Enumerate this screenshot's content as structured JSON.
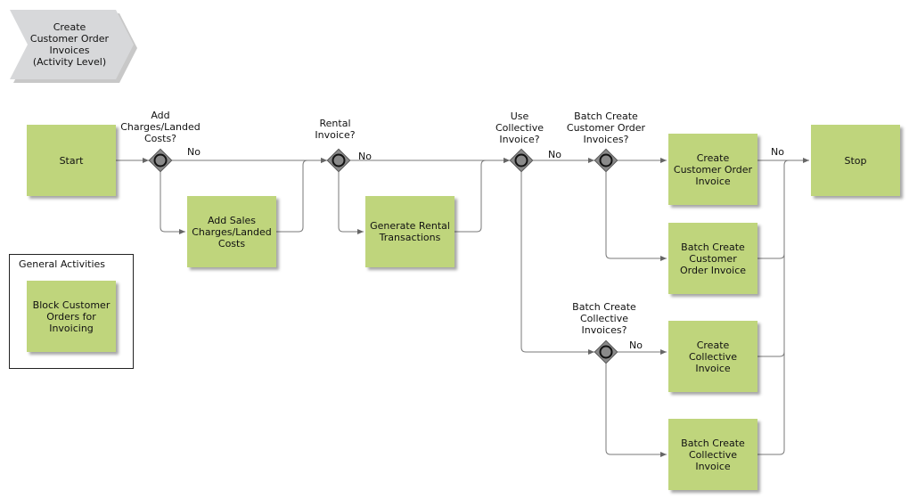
{
  "diagram": {
    "title": "Create\nCustomer Order\nInvoices\n(Activity Level)",
    "colors": {
      "activity_fill": "#bfd57c",
      "gateway_fill": "#8a8a8a",
      "connector": "#7a7a7a",
      "title_fill": "#d7d8da"
    },
    "activities": {
      "start": "Start",
      "add_sales_charges": "Add Sales\nCharges/Landed\nCosts",
      "generate_rental": "Generate Rental\nTransactions",
      "create_customer_order_invoice": "Create\nCustomer Order\nInvoice",
      "batch_create_customer_order_invoice": "Batch Create\nCustomer\nOrder Invoice",
      "create_collective_invoice": "Create\nCollective\nInvoice",
      "batch_create_collective_invoice": "Batch Create\nCollective\nInvoice",
      "stop": "Stop",
      "block_customer_orders": "Block Customer\nOrders for\nInvoicing"
    },
    "gateways": {
      "add_charges": "Add\nCharges/Landed\nCosts?",
      "rental_invoice": "Rental\nInvoice?",
      "use_collective": "Use\nCollective\nInvoice?",
      "batch_customer_order": "Batch Create\nCustomer Order\nInvoices?",
      "batch_collective": "Batch Create\nCollective\nInvoices?"
    },
    "flow_labels": {
      "no": "No"
    },
    "general_activities": {
      "title": "General Activities"
    }
  }
}
